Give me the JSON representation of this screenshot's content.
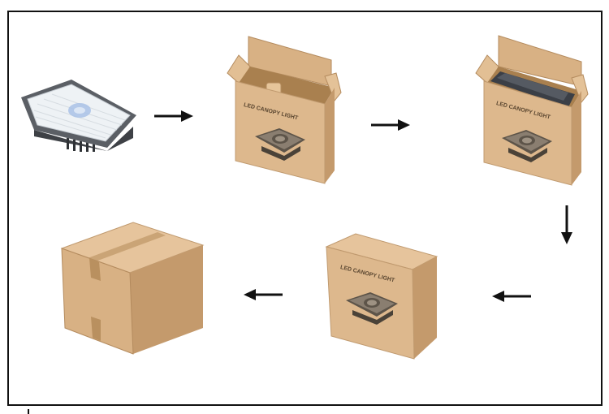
{
  "box_print": {
    "open_box_label": "LED CANOPY LIGHT",
    "filled_box_label": "LED CANOPY LIGHT",
    "closed_box_label": "LED CANOPY LIGHT"
  },
  "colors": {
    "frame": "#111111",
    "cardboard_front": "#d9b48a",
    "cardboard_side": "#c49a6c",
    "cardboard_top": "#e6c49c",
    "cardboard_inside": "#b98c5c",
    "light_housing": "#4a4d52",
    "light_lens": "#e9eef2",
    "arrow": "#111111"
  },
  "steps": [
    {
      "name": "led-canopy-light",
      "icon": "led-canopy-light-icon"
    },
    {
      "name": "open-retail-box",
      "icon": "open-box-icon"
    },
    {
      "name": "open-box-with-light",
      "icon": "open-box-with-light-icon"
    },
    {
      "name": "closed-retail-box",
      "icon": "closed-box-icon"
    },
    {
      "name": "shipping-carton",
      "icon": "shipping-carton-icon"
    }
  ],
  "arrows": [
    "right",
    "right",
    "down",
    "left",
    "left"
  ]
}
